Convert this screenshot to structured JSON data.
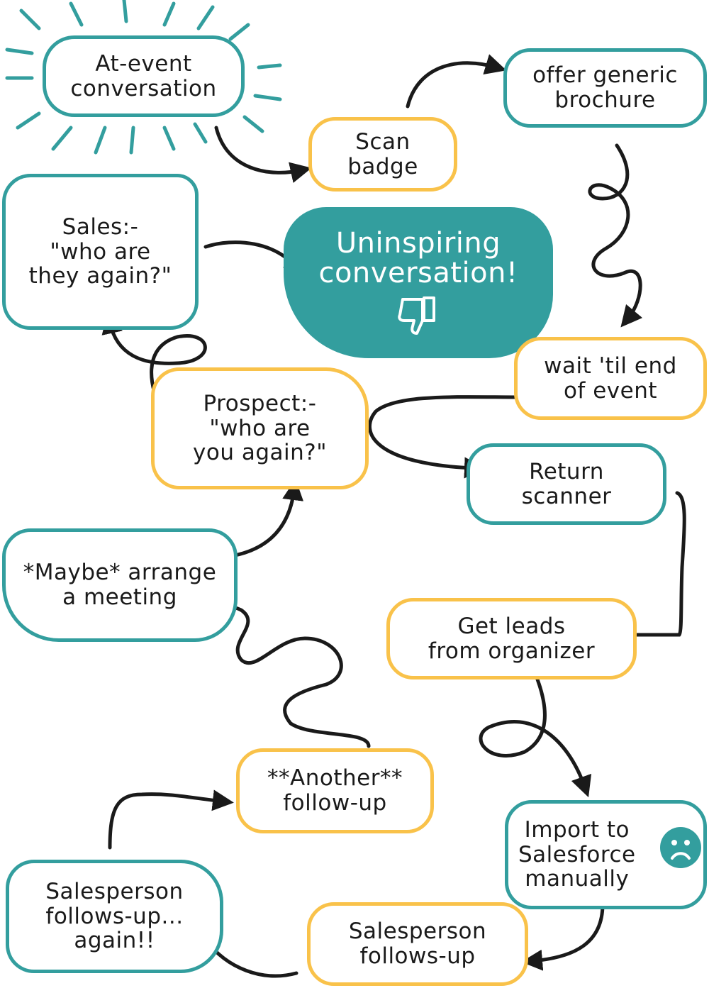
{
  "colors": {
    "teal": "#339e9e",
    "yellow": "#f9c24a",
    "arrow": "#1a1a1a"
  },
  "nodes": {
    "at_event": "At-event\nconversation",
    "scan_badge": "Scan\nbadge",
    "brochure": "offer generic\nbrochure",
    "sales": "Sales:-\n\"who are\nthey again?\"",
    "uninspiring": "Uninspiring\nconversation!",
    "wait": "wait 'til end\nof event",
    "prospect": "Prospect:-\n\"who are\nyou again?\"",
    "return": "Return\nscanner",
    "maybe": "*Maybe* arrange\na meeting",
    "get_leads": "Get leads\nfrom organizer",
    "another": "**Another**\nfollow-up",
    "import": "Import to\nSalesforce\nmanually",
    "again": "Salesperson\nfollows-up...\nagain!!",
    "follows": "Salesperson\nfollows-up"
  },
  "icons": {
    "thumbs": "thumbs-down-icon",
    "sad": "sad-face-icon"
  }
}
